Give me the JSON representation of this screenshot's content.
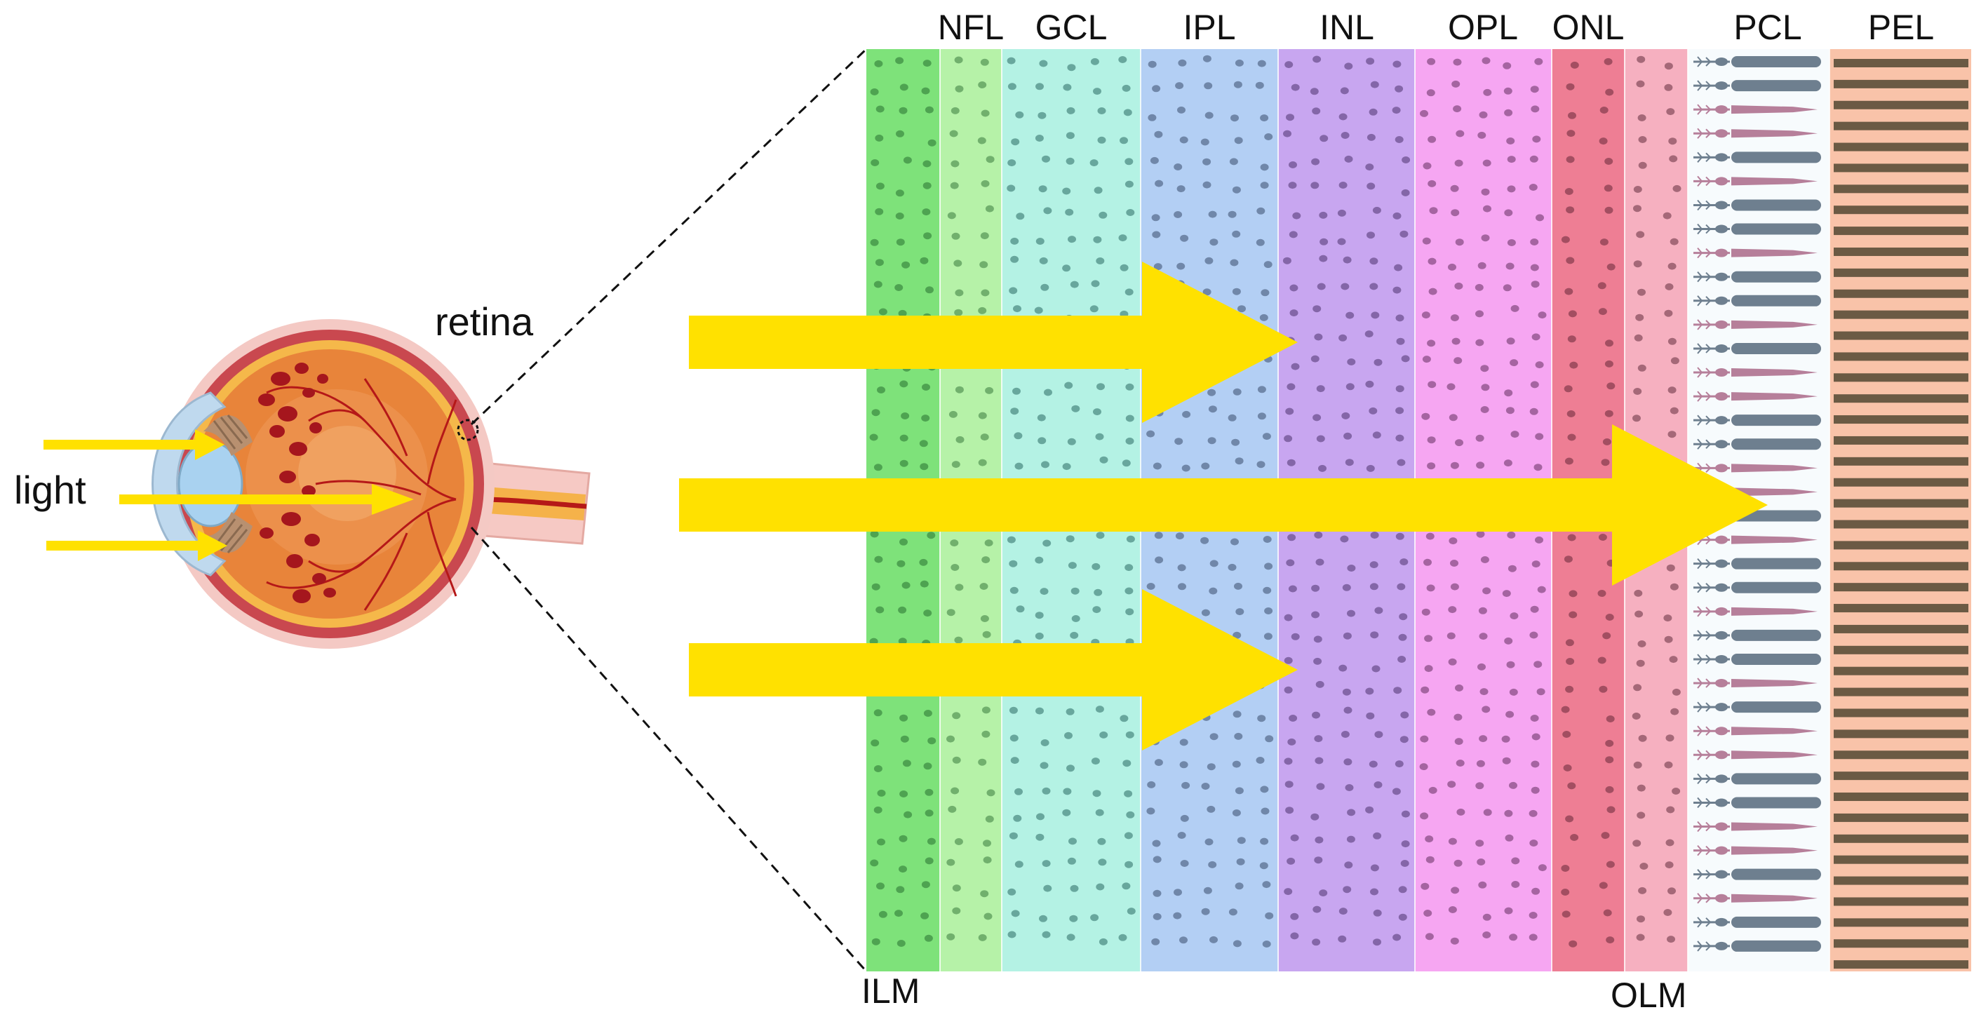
{
  "labels": {
    "light": "light",
    "retina": "retina",
    "ilm": "ILM",
    "olm": "OLM"
  },
  "layers": [
    {
      "id": "ilm-band",
      "label": "",
      "color": "#7ee27a",
      "dot": "#3f8f44"
    },
    {
      "id": "nfl",
      "label": "NFL",
      "color": "#b6f2a8",
      "dot": "#5a9a5a"
    },
    {
      "id": "gcl",
      "label": "GCL",
      "color": "#b4f2e4",
      "dot": "#4f8f86"
    },
    {
      "id": "ipl",
      "label": "IPL",
      "color": "#b3cff4",
      "dot": "#5a6f90"
    },
    {
      "id": "inl",
      "label": "INL",
      "color": "#c8a6f0",
      "dot": "#6e5190"
    },
    {
      "id": "opl",
      "label": "OPL",
      "color": "#f6a6f2",
      "dot": "#8a4f86"
    },
    {
      "id": "onl",
      "label": "ONL",
      "color": "#ee7e94",
      "dot": "#8a3f50"
    },
    {
      "id": "olm-band",
      "label": "",
      "color": "#f6b0c0",
      "dot": "#8a5060"
    },
    {
      "id": "pcl",
      "label": "PCL",
      "color": "#f7fbfd",
      "dot": ""
    },
    {
      "id": "pel",
      "label": "PEL",
      "color": "#f9c3a9",
      "dot": ""
    }
  ],
  "colors": {
    "arrow": "#ffe100",
    "rod": "#6e7f8f",
    "cone": "#b67f9a",
    "pel_stripe": "#6b5a44",
    "eye_outer": "#c9484f",
    "eye_inner": "#e8843a",
    "vessel": "#b51818",
    "nerve": "#f5a623"
  }
}
